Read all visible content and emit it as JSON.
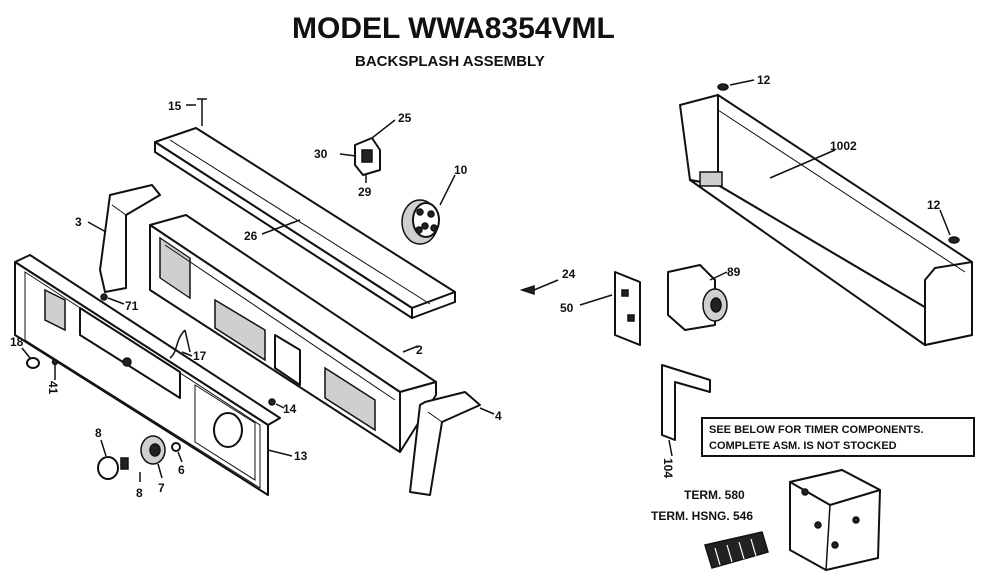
{
  "title": "MODEL WWA8354VML",
  "subtitle": "BACKSPLASH ASSEMBLY",
  "note": {
    "line1": "SEE BELOW FOR TIMER COMPONENTS.",
    "line2": "COMPLETE ASM. IS NOT STOCKED"
  },
  "labels": {
    "p15": "15",
    "p25": "25",
    "p30": "30",
    "p29": "29",
    "p10": "10",
    "p3": "3",
    "p26": "26",
    "p71": "71",
    "p18": "18",
    "p41": "41",
    "p17": "17",
    "p2": "2",
    "p14": "14",
    "p13": "13",
    "p8a": "8",
    "p8b": "8",
    "p7": "7",
    "p6": "6",
    "p4": "4",
    "p12a": "12",
    "p1002": "1002",
    "p12b": "12",
    "p24": "24",
    "p50": "50",
    "p89": "89",
    "p104": "104",
    "term": "TERM. 580",
    "termhsng": "TERM. HSNG. 546"
  }
}
